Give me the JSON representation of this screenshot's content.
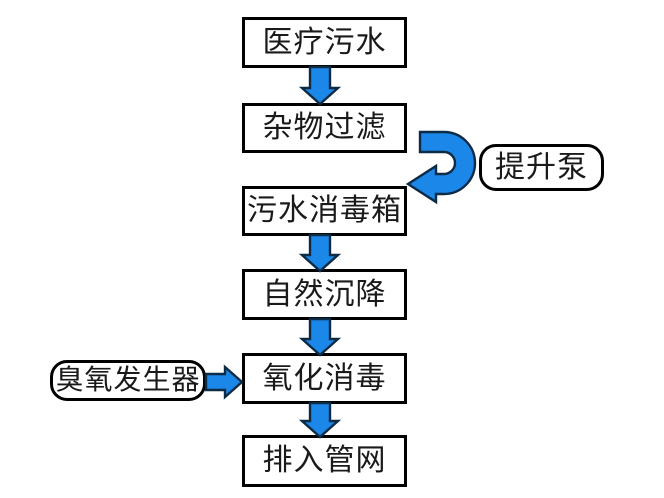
{
  "colors": {
    "arrow_fill": "#1B87E8",
    "arrow_outline": "#0D2B45",
    "box_border": "#000000",
    "box_fill": "#FFFFFF",
    "text": "#1A1A1A"
  },
  "flowchart": {
    "nodes": {
      "medical_sewage": "医疗污水",
      "debris_filter": "杂物过滤",
      "sewage_disinfection_tank": "污水消毒箱",
      "natural_settling": "自然沉降",
      "oxidation_disinfection": "氧化消毒",
      "discharge_pipe_network": "排入管网",
      "lift_pump": "提升泵",
      "ozone_generator": "臭氧发生器"
    },
    "edges": [
      {
        "from": "医疗污水",
        "to": "杂物过滤",
        "arrow": "down"
      },
      {
        "from": "杂物过滤",
        "to": "污水消毒箱",
        "arrow": "u-turn",
        "via": "提升泵"
      },
      {
        "from": "污水消毒箱",
        "to": "自然沉降",
        "arrow": "down"
      },
      {
        "from": "自然沉降",
        "to": "氧化消毒",
        "arrow": "down"
      },
      {
        "from": "臭氧发生器",
        "to": "氧化消毒",
        "arrow": "right"
      },
      {
        "from": "氧化消毒",
        "to": "排入管网",
        "arrow": "down"
      }
    ]
  }
}
